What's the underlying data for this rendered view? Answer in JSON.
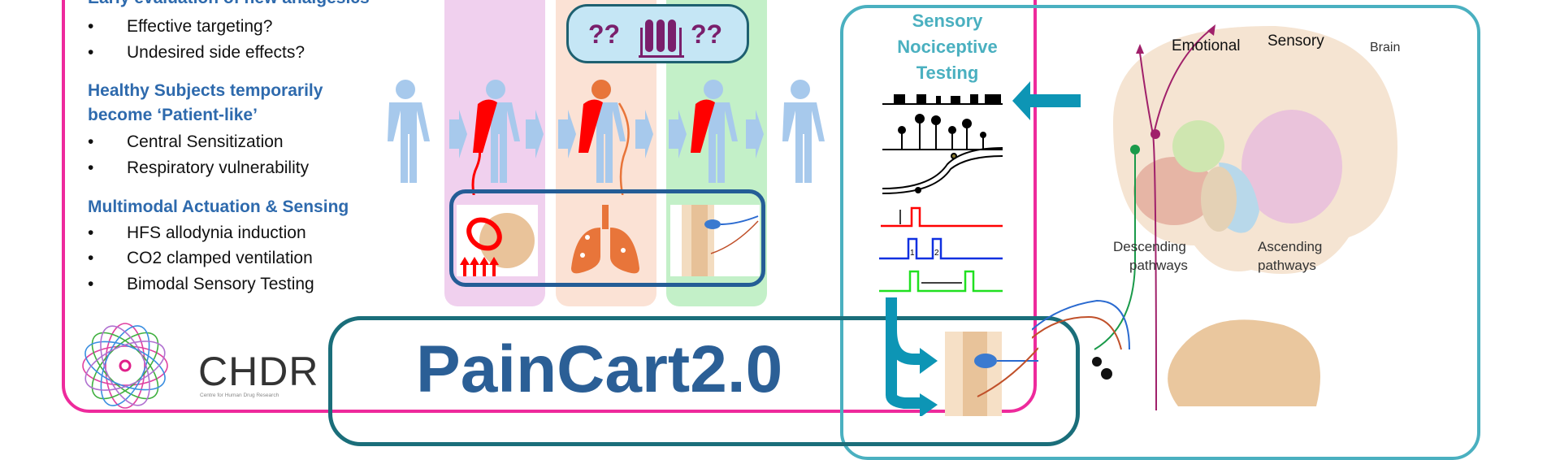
{
  "left_panel": {
    "sections": [
      {
        "heading": [
          "Early evaluation of new analgesics"
        ],
        "bullets": [
          "Effective targeting?",
          "Undesired side effects?"
        ]
      },
      {
        "heading": [
          "Healthy Subjects temporarily",
          "become ‘Patient-like’"
        ],
        "bullets": [
          "Central Sensitization",
          "Respiratory vulnerability"
        ]
      },
      {
        "heading": [
          "Multimodal Actuation & Sensing"
        ],
        "bullets": [
          "HFS allodynia induction",
          "CO2 clamped ventilation",
          "Bimodal Sensory Testing"
        ]
      }
    ],
    "bullet_char": "•"
  },
  "logo": {
    "name": "CHDR",
    "subtitle": "Centre for Human Drug Research"
  },
  "biomarker_box": {
    "left": "??",
    "right": "??",
    "icon": "test-tubes-icon"
  },
  "title": "PainCart2.0",
  "sensory_panel": {
    "title": [
      "Sensory",
      "Nociceptive",
      "Testing"
    ],
    "pulse_labels": [
      "1",
      "2"
    ]
  },
  "brain_diagram": {
    "labels": {
      "emotional": "Emotional",
      "sensory": "Sensory",
      "brain": "Brain",
      "descending": [
        "Descending",
        "pathways"
      ],
      "ascending": [
        "Ascending",
        "pathways"
      ]
    }
  },
  "colors": {
    "pink": "#ee2a9c",
    "teal": "#4ab0c0",
    "dark_teal": "#1a6e7a",
    "heading_blue": "#2e6aad",
    "person": "#a7c9ec",
    "pain_red": "#ff0000"
  }
}
